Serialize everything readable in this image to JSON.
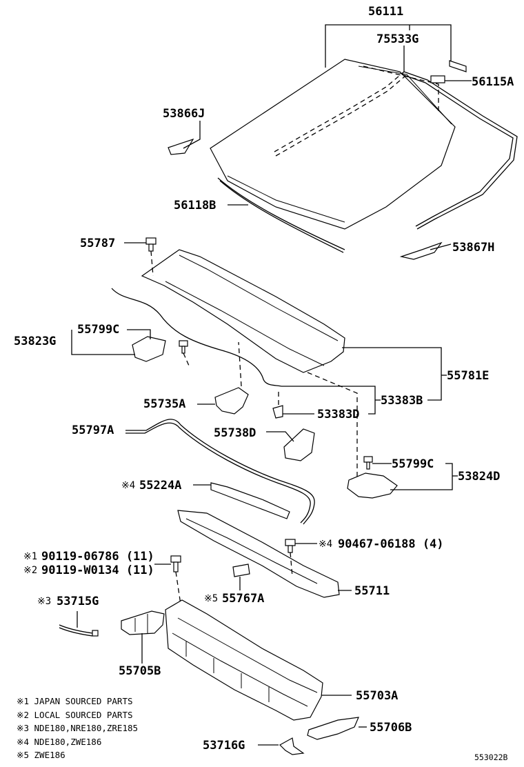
{
  "parts": {
    "p56111": "56111",
    "p75533G": "75533G",
    "p56115A": "56115A",
    "p53866J": "53866J",
    "p56118B": "56118B",
    "p53867H": "53867H",
    "p55787": "55787",
    "p55799C_left": "55799C",
    "p53823G": "53823G",
    "p55781E": "55781E",
    "p53383B": "53383B",
    "p55735A": "55735A",
    "p53383D": "53383D",
    "p55797A": "55797A",
    "p55738D": "55738D",
    "p55799C_right": "55799C",
    "p53824D": "53824D",
    "p55224A": "55224A",
    "p90467": "90467-06188 (4)",
    "p90119_1": "90119-06786 (11)",
    "p90119_2": "90119-W0134 (11)",
    "p55711": "55711",
    "p53715G": "53715G",
    "p55767A": "55767A",
    "p55705B": "55705B",
    "p55703A": "55703A",
    "p55706B": "55706B",
    "p53716G": "53716G"
  },
  "marks": {
    "m1": "※1",
    "m2": "※2",
    "m3": "※3",
    "m4": "※4",
    "m5": "※5"
  },
  "legend": {
    "n1": "※1 JAPAN SOURCED PARTS",
    "n2": "※2 LOCAL SOURCED PARTS",
    "n3": "※3 NDE180,NRE180,ZRE185",
    "n4": "※4 NDE180,ZWE186",
    "n5": "※5 ZWE186"
  },
  "diagram_ref": "553022B"
}
